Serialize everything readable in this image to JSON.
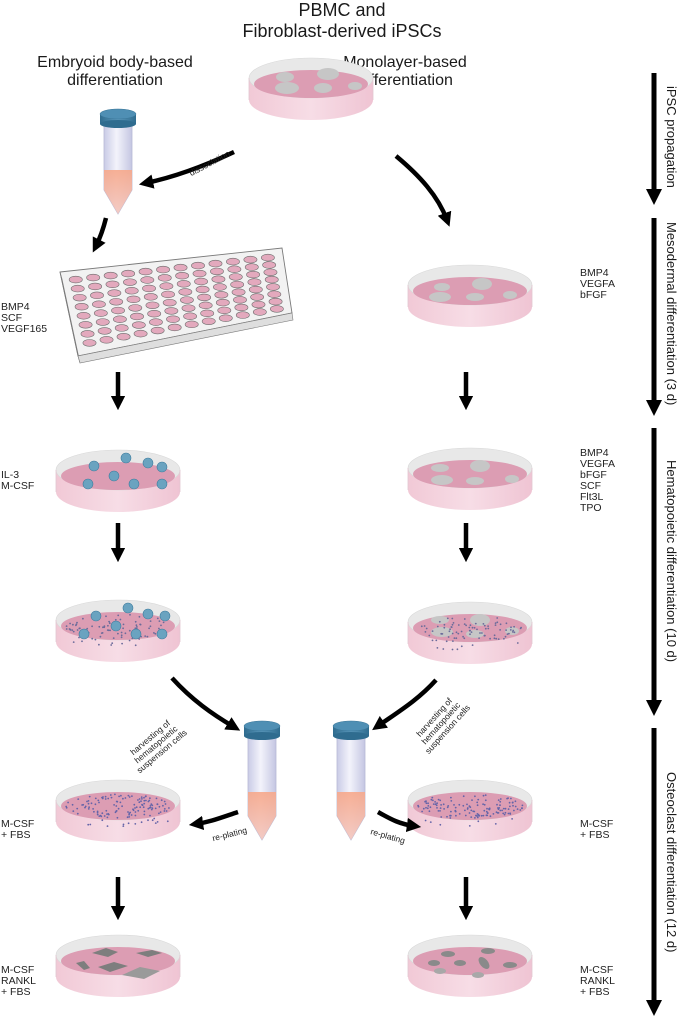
{
  "title": {
    "line1": "PBMC and",
    "line2": "Fibroblast-derived iPSCs"
  },
  "columns": {
    "left": {
      "line1": "Embryoid body-based",
      "line2": "differentiation"
    },
    "right": {
      "line1": "Monolayer-based",
      "line2": "differentiation"
    }
  },
  "phases": [
    {
      "label": "iPSC propagation"
    },
    {
      "label": "Mesodermal differentiation (3 d)"
    },
    {
      "label": "Hematopoietic differentiation (10 d)"
    },
    {
      "label": "Osteoclast differentiation (12 d)"
    }
  ],
  "steps": {
    "dissociation": "dissociation",
    "harvest_left": "harvesting of\nhematopoietic\nsuspension cells",
    "harvest_right": "harvesting of\nhematopoietic\nsuspension cells",
    "replating_left": "re-plating",
    "replating_right": "re-plating"
  },
  "factors": {
    "eb_mesoderm": "BMP4\nSCF\nVEGF165",
    "eb_hematopoietic": "IL-3\nM-CSF",
    "eb_osteo_1": "M-CSF\n+ FBS",
    "eb_osteo_2": "M-CSF\nRANKL\n+ FBS",
    "ml_mesoderm": "BMP4\nVEGFA\nbFGF",
    "ml_hematopoietic": "BMP4\nVEGFA\nbFGF\nSCF\nFlt3L\nTPO",
    "ml_osteo_1": "M-CSF\n+ FBS",
    "ml_osteo_2": "M-CSF\nRANKL\n+ FBS"
  },
  "colors": {
    "medium": "#de9fb4",
    "dish_wall": "#f3d3de",
    "dish_rim": "#e6e6e6",
    "colony": "#c4c4c4",
    "cap": "#3f7fa3",
    "pellet": "#f4a98a",
    "eb_cluster": "#5e9ab8",
    "osteoclast": "#7a7a7a",
    "arrow": "#000000"
  }
}
